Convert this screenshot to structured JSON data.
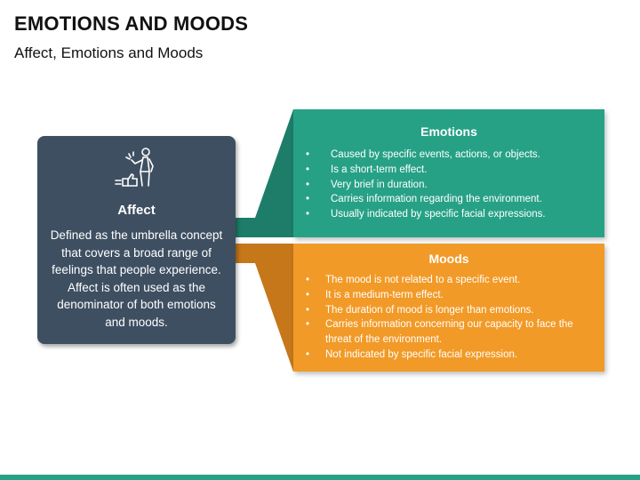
{
  "page": {
    "title": "EMOTIONS AND MOODS",
    "subtitle": "Affect, Emotions and Moods"
  },
  "affect": {
    "heading": "Affect",
    "description": "Defined as the umbrella concept that covers a broad range of feelings that people experience. Affect is often used as the denominator of both emotions and moods.",
    "icon": "person-thumbs-up-icon"
  },
  "emotions": {
    "heading": "Emotions",
    "items": [
      "Caused by specific events, actions, or objects.",
      "Is a short-term effect.",
      "Very brief in duration.",
      "Carries information regarding the environment.",
      "Usually indicated by specific facial expressions."
    ]
  },
  "moods": {
    "heading": "Moods",
    "items": [
      "The mood is not related to a specific event.",
      "It is a medium-term effect.",
      "The duration of mood is longer than emotions.",
      "Carries information concerning our capacity to face the threat of the environment.",
      "Not indicated by specific facial expression."
    ]
  },
  "colors": {
    "affect_card": "#3e4f61",
    "emotions": "#27a186",
    "emotions_dark": "#1d7d68",
    "moods": "#f29a27",
    "moods_dark": "#c5771a",
    "title_text": "#111111"
  }
}
